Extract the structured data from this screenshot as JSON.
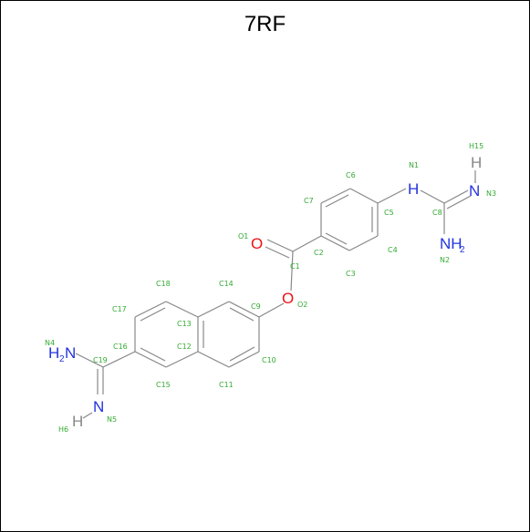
{
  "title": "7RF",
  "colors": {
    "bond": "#888888",
    "label": "#33aa33",
    "nitrogen": "#2233dd",
    "oxygen": "#ee1111",
    "hydrogen": "#888888",
    "title": "#000000"
  },
  "atoms": {
    "N1": {
      "id": "N1",
      "symbol": "H"
    },
    "N2": {
      "id": "N2",
      "symbol": "NH",
      "sub": "2"
    },
    "N3": {
      "id": "N3",
      "symbol": "N"
    },
    "H15": {
      "id": "H15",
      "symbol": "H"
    },
    "O1": {
      "id": "O1",
      "symbol": "O"
    },
    "O2": {
      "id": "O2",
      "symbol": "O"
    },
    "N4": {
      "id": "N4",
      "symbol": "H",
      "sub": "2",
      "tail": "N"
    },
    "N5": {
      "id": "N5",
      "symbol": "N"
    },
    "H6": {
      "id": "H6",
      "symbol": "H"
    }
  },
  "carbon_labels": [
    "C1",
    "C2",
    "C3",
    "C4",
    "C5",
    "C6",
    "C7",
    "C8",
    "C9",
    "C10",
    "C11",
    "C12",
    "C13",
    "C14",
    "C15",
    "C16",
    "C17",
    "C18",
    "C19"
  ]
}
